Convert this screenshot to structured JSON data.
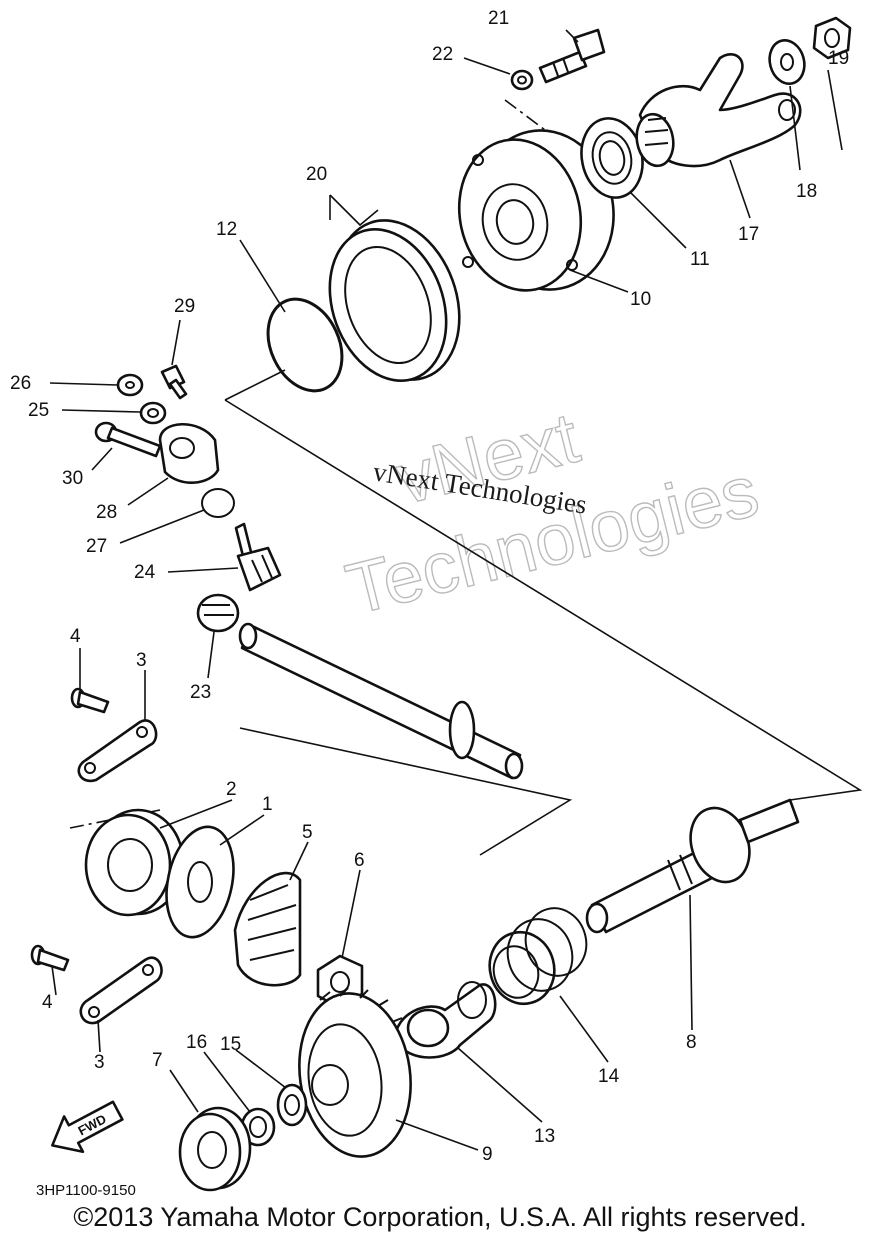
{
  "callouts": {
    "p1": "1",
    "p2": "2",
    "p3a": "3",
    "p3b": "3",
    "p4a": "4",
    "p4b": "4",
    "p5": "5",
    "p6": "6",
    "p7": "7",
    "p8": "8",
    "p9": "9",
    "p10": "10",
    "p11": "11",
    "p12": "12",
    "p13": "13",
    "p14": "14",
    "p15": "15",
    "p16": "16",
    "p17": "17",
    "p18": "18",
    "p19": "19",
    "p20": "20",
    "p21": "21",
    "p22": "22",
    "p23": "23",
    "p24": "24",
    "p25": "25",
    "p26": "26",
    "p27": "27",
    "p28": "28",
    "p29": "29",
    "p30": "30"
  },
  "watermark": {
    "outline_line1": "vNext",
    "outline_line2": "Technologies",
    "serif_text": "vNext Technologies"
  },
  "fwd_label": "FWD",
  "diagram_code": "3HP1100-9150",
  "copyright": "©2013 Yamaha Motor Corporation, U.S.A. All rights reserved."
}
